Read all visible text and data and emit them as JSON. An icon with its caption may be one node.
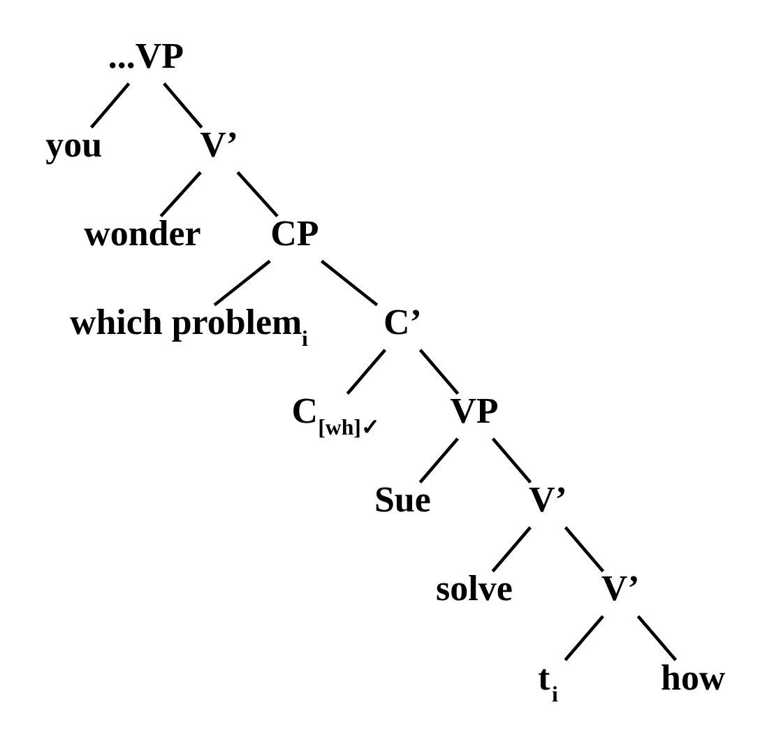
{
  "diagram": {
    "nodes": [
      {
        "text": [
          "...VP"
        ]
      },
      {
        "text": [
          "you"
        ]
      },
      {
        "text": [
          "V’"
        ]
      },
      {
        "text": [
          "wonder"
        ]
      },
      {
        "text": [
          "CP"
        ]
      },
      {
        "text": [
          "which problem$_{i}$"
        ]
      },
      {
        "text": [
          "C’"
        ]
      },
      {
        "text": [
          "C$_{[wh]✓}$"
        ]
      },
      {
        "text": [
          "VP"
        ]
      },
      {
        "text": [
          "Sue"
        ]
      },
      {
        "text": [
          "V’"
        ]
      },
      {
        "text": [
          "solve"
        ]
      },
      {
        "text": [
          "V’"
        ]
      },
      {
        "text": [
          "t$_{i}$"
        ]
      },
      {
        "text": [
          "how"
        ]
      }
    ],
    "edges": [
      {
        "from": 0,
        "to": 1,
        "arrow": "none"
      },
      {
        "from": 0,
        "to": 2,
        "arrow": "none"
      },
      {
        "from": 2,
        "to": 3,
        "arrow": "none"
      },
      {
        "from": 2,
        "to": 4,
        "arrow": "none"
      },
      {
        "from": 4,
        "to": 5,
        "arrow": "none"
      },
      {
        "from": 4,
        "to": 6,
        "arrow": "none"
      },
      {
        "from": 6,
        "to": 7,
        "arrow": "none"
      },
      {
        "from": 6,
        "to": 8,
        "arrow": "none"
      },
      {
        "from": 8,
        "to": 9,
        "arrow": "none"
      },
      {
        "from": 8,
        "to": 10,
        "arrow": "none"
      },
      {
        "from": 10,
        "to": 11,
        "arrow": "none"
      },
      {
        "from": 10,
        "to": 12,
        "arrow": "none"
      },
      {
        "from": 12,
        "to": 13,
        "arrow": "none"
      },
      {
        "from": 12,
        "to": 14,
        "arrow": "none"
      }
    ]
  }
}
